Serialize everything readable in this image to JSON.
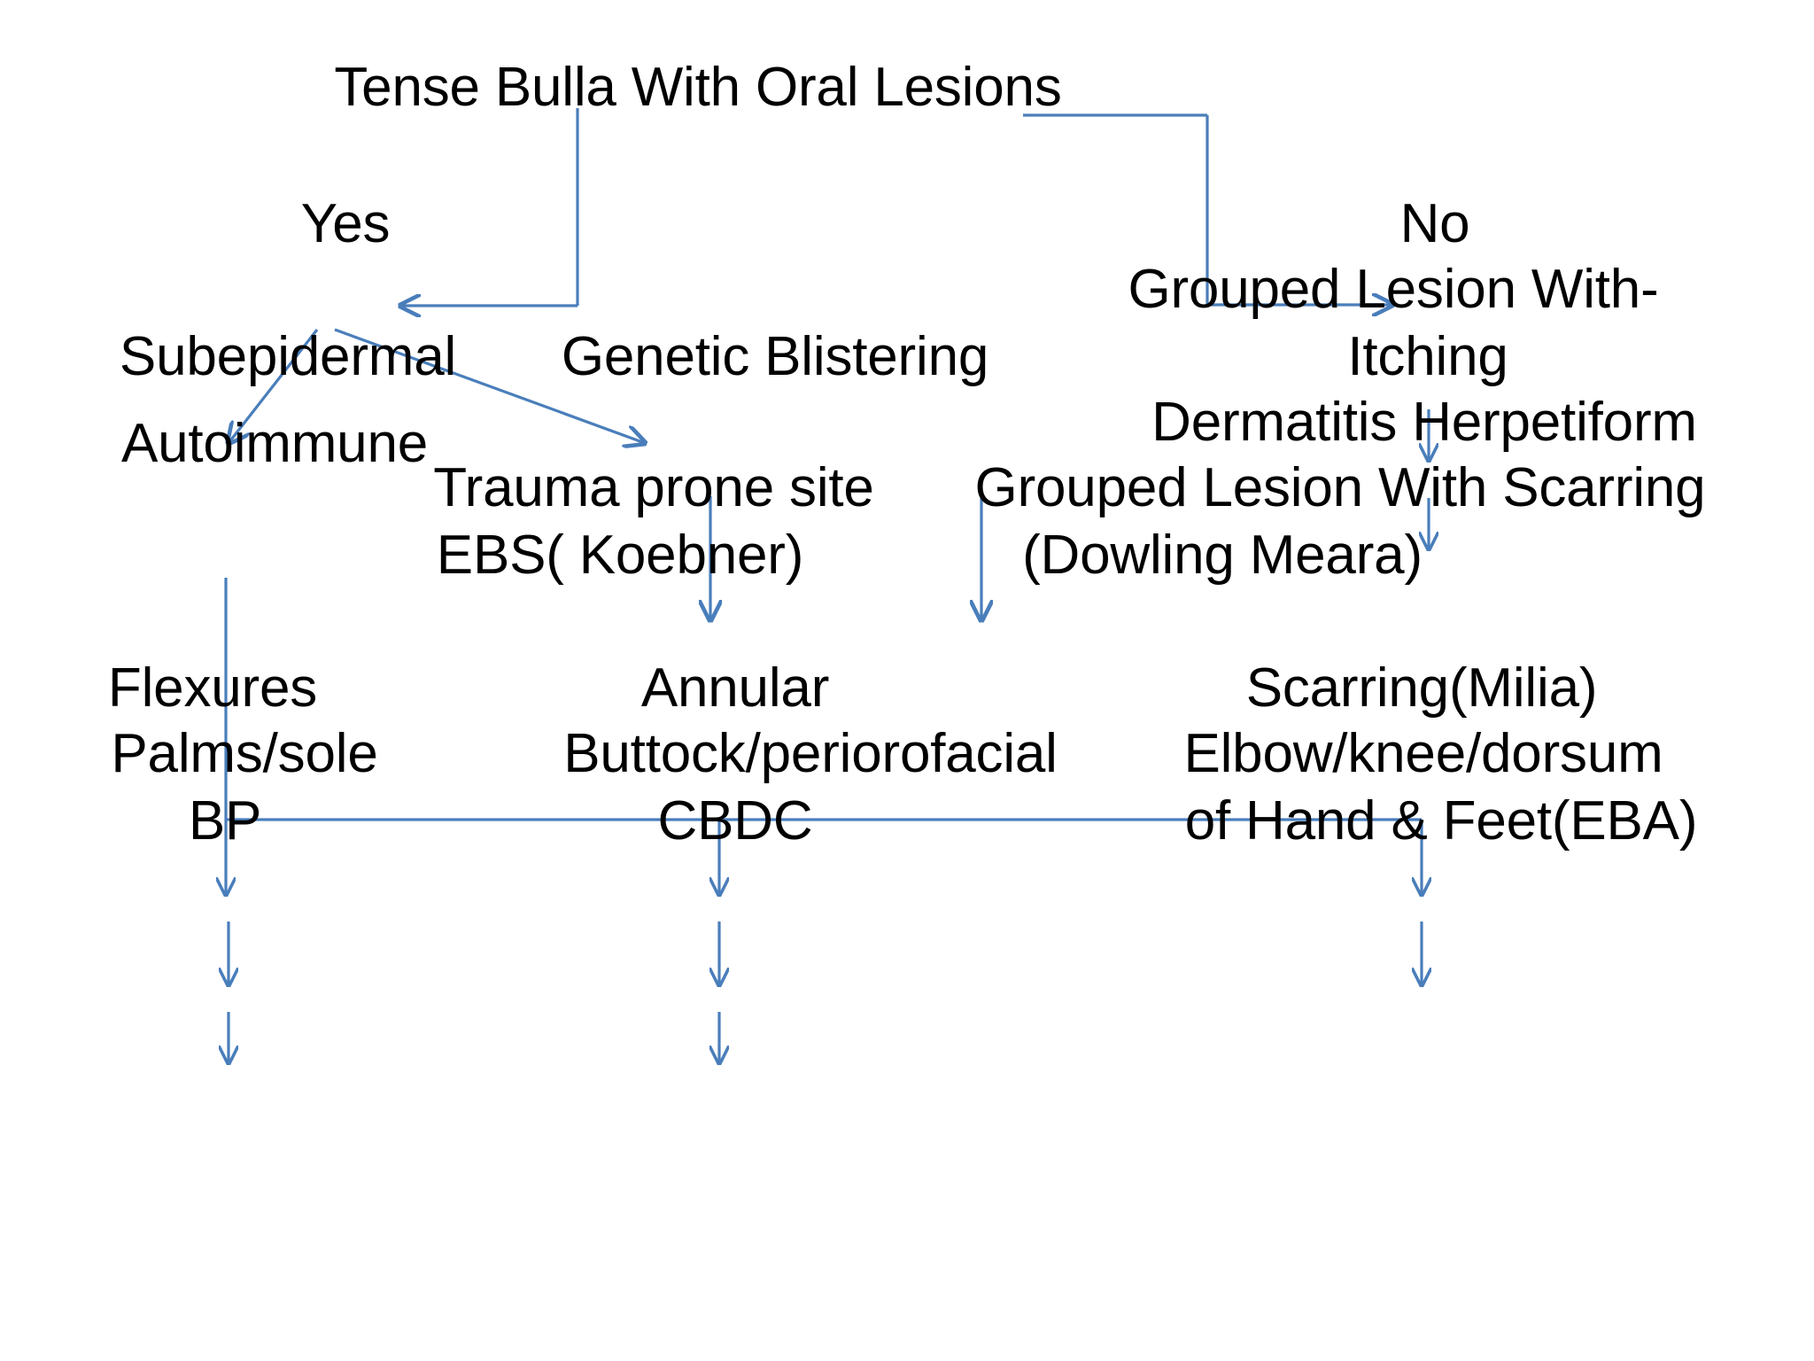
{
  "diagram": {
    "title": "Tense Bulla With Oral Lesions",
    "type": "flowchart",
    "accent_color": "#4a7ebb",
    "text_color": "#000000",
    "background_color": "#ffffff",
    "branch_labels": {
      "yes": "Yes",
      "no": "No"
    },
    "nodes": {
      "root": "Tense Bulla With Oral Lesions",
      "yes": "Yes",
      "no": "No",
      "subepidermal": "Subepidermal",
      "autoimmune": "Autoimmune",
      "genetic_blistering": "Genetic Blistering",
      "grouped_lesion_with": "Grouped Lesion With-",
      "itching": "Itching",
      "dermatitis_herpetiform": "Dermatitis Herpetiform",
      "trauma_prone_site": "Trauma prone site",
      "ebs_koebner": "EBS( Koebner)",
      "grouped_lesion_scarring": "Grouped Lesion With Scarring",
      "dowling_meara": "(Dowling Meara)",
      "flexures": "Flexures",
      "palms_sole": "Palms/sole",
      "bp": "BP",
      "annular": "Annular",
      "buttock_periorofacial": "Buttock/periorofacial",
      "cbdc": "CBDC",
      "scarring_milia": "Scarring(Milia)",
      "elbow_knee_dorsum": "Elbow/knee/dorsum",
      "hand_feet_eba": "of Hand & Feet(EBA)"
    }
  }
}
